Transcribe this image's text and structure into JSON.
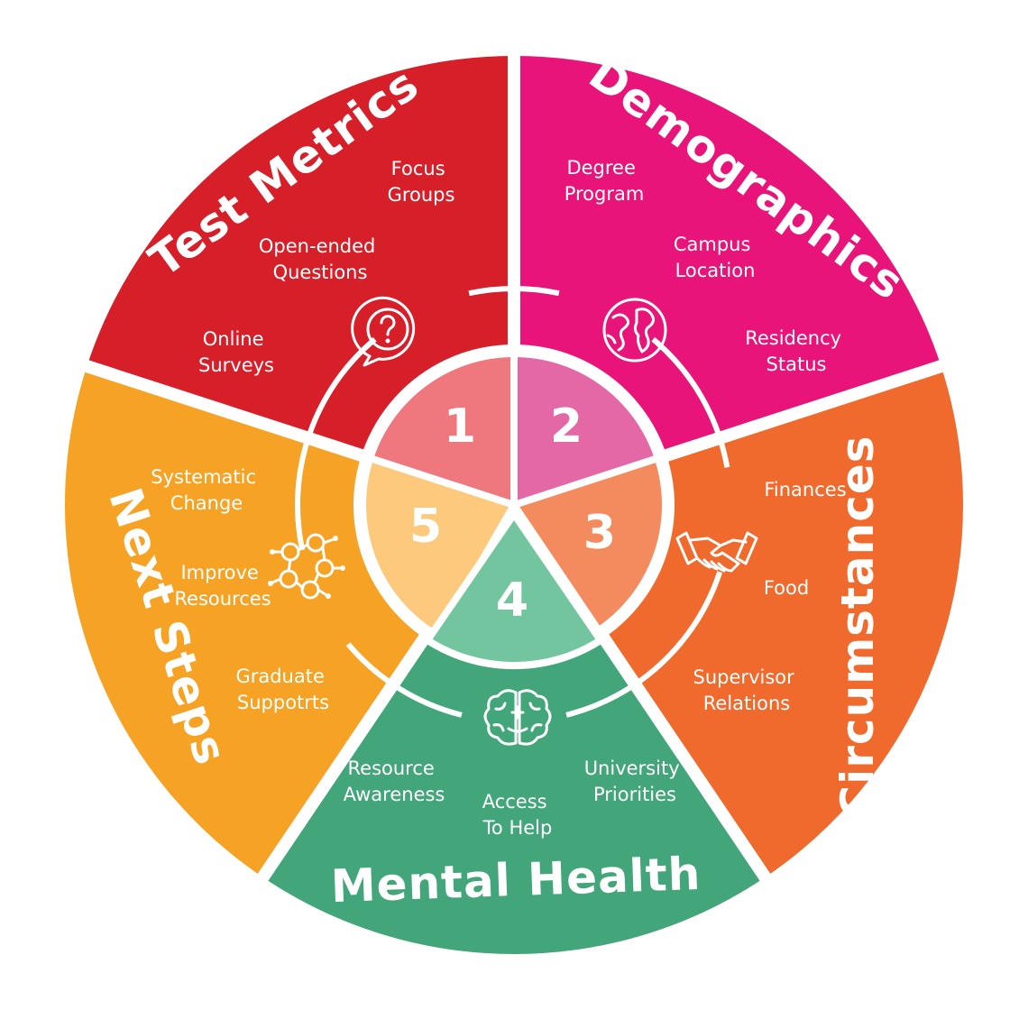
{
  "segments": [
    {
      "number": "1",
      "title": "Test Metrics",
      "color": "#d71f2a",
      "inner_color": "#ee787e",
      "icon": "question-bubble-icon",
      "items": [
        [
          "Focus",
          "Groups"
        ],
        [
          "Open-ended",
          "Questions"
        ],
        [
          "Online",
          "Surveys"
        ]
      ]
    },
    {
      "number": "2",
      "title": "Demographics",
      "color": "#e8147a",
      "inner_color": "#e368a5",
      "icon": "globe-icon",
      "items": [
        [
          "Degree",
          "Program"
        ],
        [
          "Campus",
          "Location"
        ],
        [
          "Residency",
          "Status"
        ]
      ]
    },
    {
      "number": "3",
      "title": "Circumstances",
      "color": "#ef6a2c",
      "inner_color": "#f48b5f",
      "icon": "handshake-icon",
      "items": [
        [
          "Finances"
        ],
        [
          "Food"
        ],
        [
          "Supervisor",
          "Relations"
        ]
      ]
    },
    {
      "number": "4",
      "title": "Mental Health",
      "color": "#42a67a",
      "inner_color": "#73c59f",
      "icon": "brain-icon",
      "items": [
        [
          "Resource",
          "Awareness"
        ],
        [
          "Access",
          "To Help"
        ],
        [
          "University",
          "Priorities"
        ]
      ]
    },
    {
      "number": "5",
      "title": "Next Steps",
      "color": "#f6a224",
      "inner_color": "#fdc97d",
      "icon": "network-people-icon",
      "items": [
        [
          "Systematic",
          "Change"
        ],
        [
          "Improve",
          "Resources"
        ],
        [
          "Graduate",
          "Suppotrts"
        ]
      ]
    }
  ]
}
